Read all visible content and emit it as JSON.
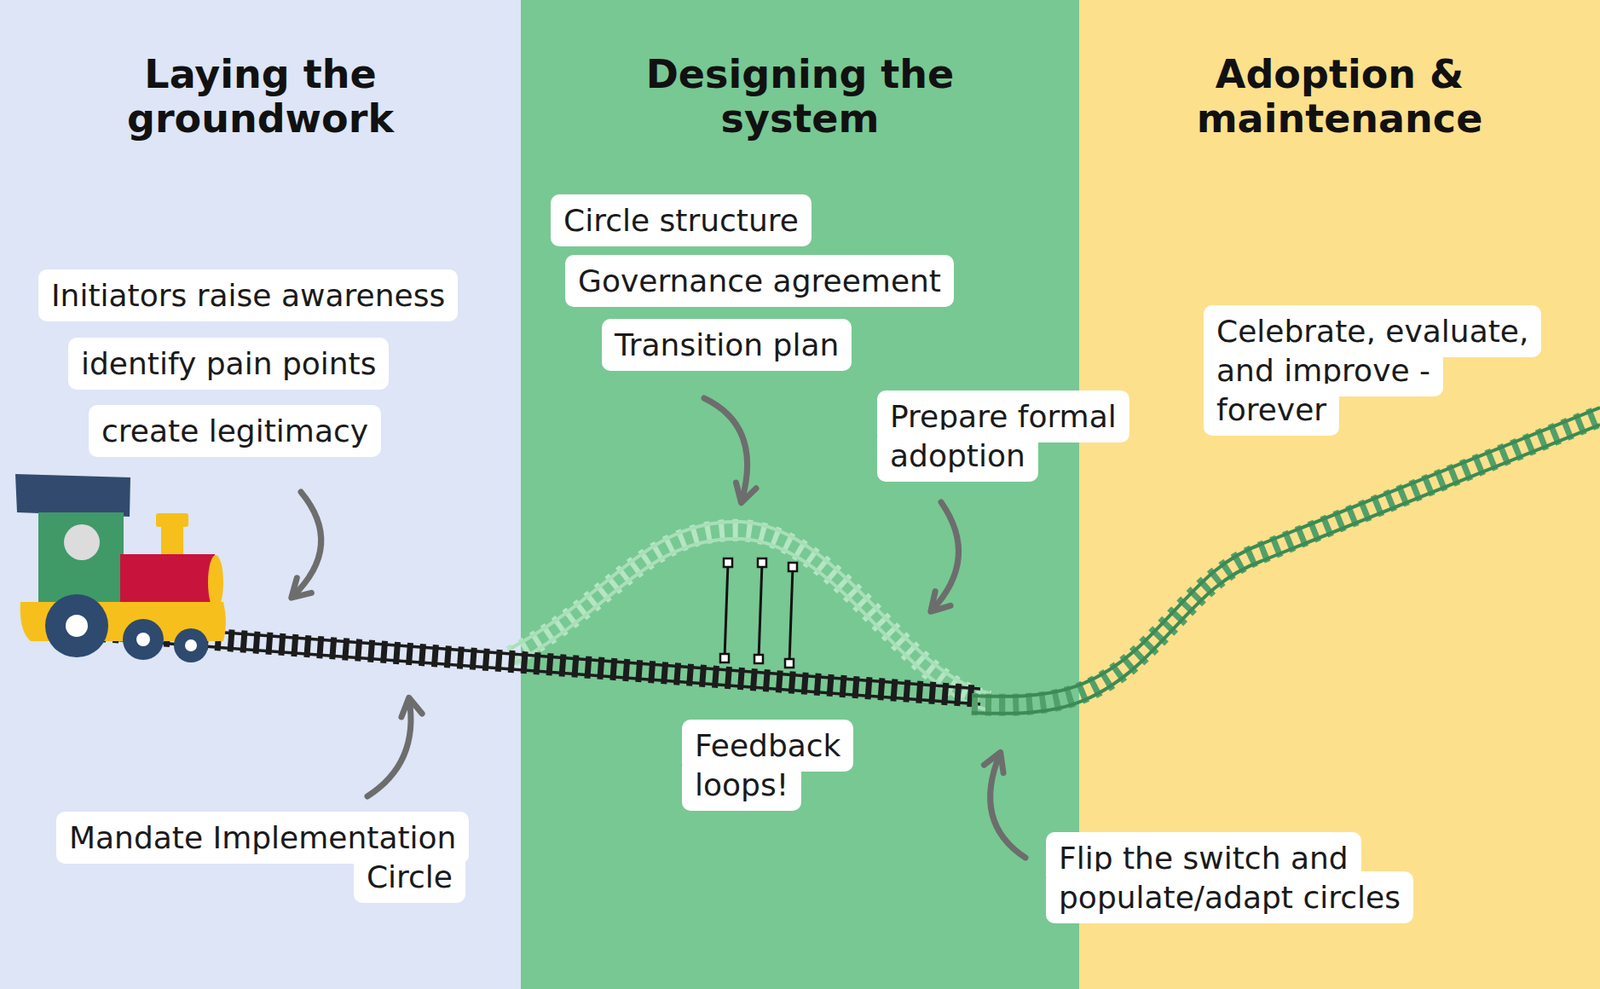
{
  "diagram": {
    "nodes": [
      {
        "text": [
          "Laying the groundwork"
        ]
      },
      {
        "text": [
          "Initiators raise awareness"
        ],
        "in": 0
      },
      {
        "text": [
          "identify pain points"
        ],
        "in": 0
      },
      {
        "text": [
          "create legitimacy"
        ],
        "in": 0
      },
      {
        "text": [
          "Mandate Implementation Circle"
        ],
        "in": 0
      },
      {
        "text": [
          "Designing the system"
        ]
      },
      {
        "text": [
          "Circle structure"
        ],
        "in": 5
      },
      {
        "text": [
          "Governance agreement"
        ],
        "in": 5
      },
      {
        "text": [
          "Transition plan"
        ],
        "in": 5
      },
      {
        "text": [
          "Prepare formal adoption"
        ],
        "in": 5
      },
      {
        "text": [
          "Feedback loops!"
        ],
        "in": 5
      },
      {
        "text": [
          "Adoption & maintenance"
        ]
      },
      {
        "text": [
          "Celebrate, evaluate, and improve - forever"
        ],
        "in": 11
      },
      {
        "text": [
          "Flip the switch and populate/adapt circles"
        ],
        "in": 11
      }
    ]
  }
}
